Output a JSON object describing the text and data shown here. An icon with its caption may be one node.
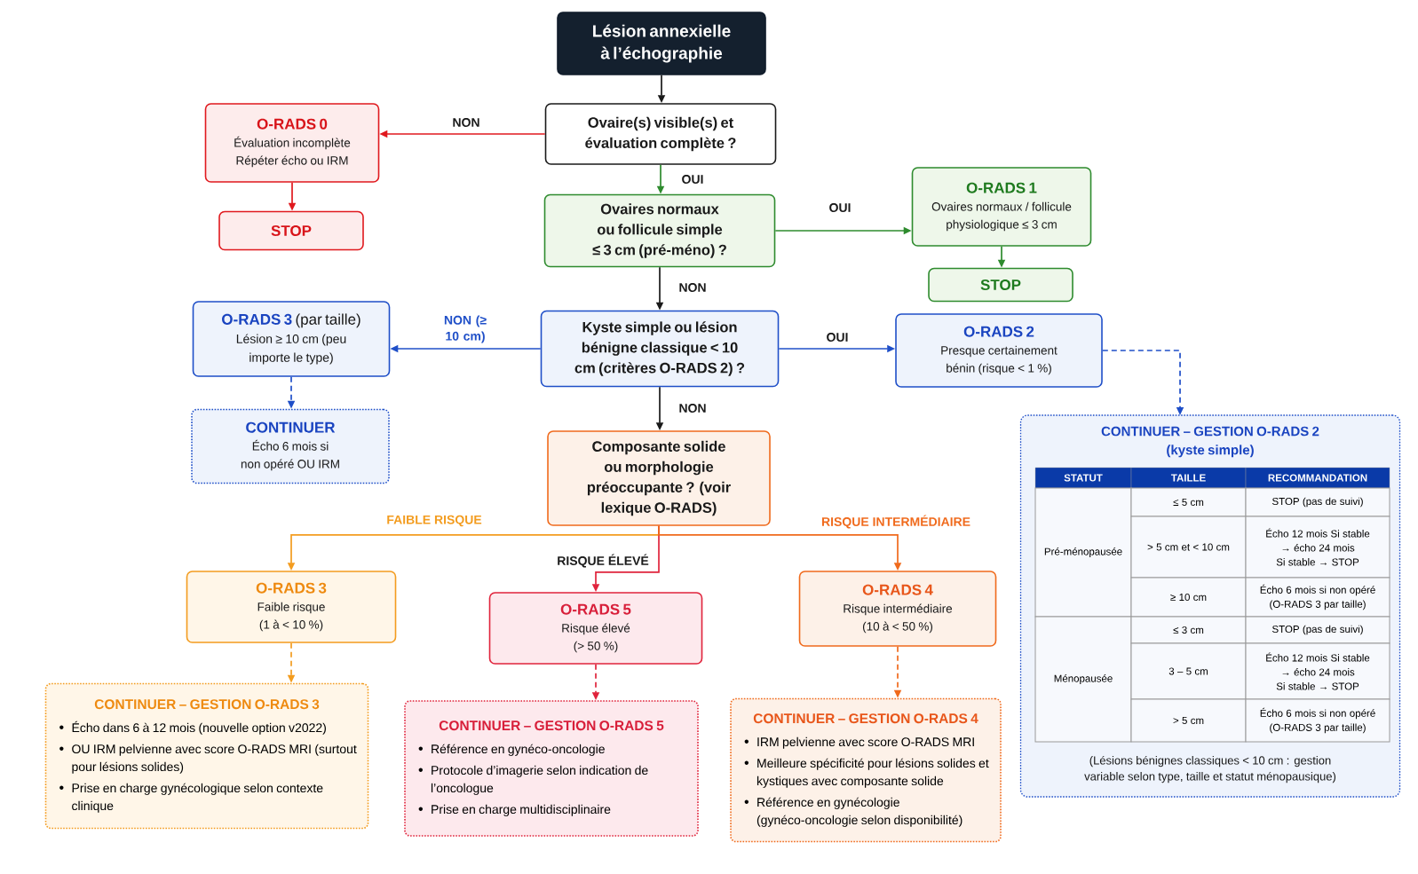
{
  "diagram": {
    "nodes": [
      {
        "text": [
          "Lésion annexielle à l’échographie"
        ]
      },
      {
        "text": [
          "Ovaire(s) visible(s) et évaluation complète ?"
        ]
      },
      {
        "text": [
          "O-RADS 0",
          "Évaluation incomplète",
          "Répéter écho ou IRM"
        ]
      },
      {
        "text": [
          "STOP"
        ]
      },
      {
        "text": [
          "Ovaires normaux ou follicule simple ≤ 3 cm (pré-méno) ?"
        ]
      },
      {
        "text": [
          "O-RADS 1",
          "Ovaires normaux / follicule physiologique ≤ 3 cm"
        ]
      },
      {
        "text": [
          "STOP"
        ]
      },
      {
        "text": [
          "Kyste simple ou lésion bénigne classique < 10 cm (critères O-RADS 2) ?"
        ]
      },
      {
        "text": [
          "O-RADS 3",
          "(par taille)",
          "Lésion ≥ 10 cm (peu importe le type)"
        ]
      },
      {
        "text": [
          "CONTINUER",
          "Écho 6 mois si non opéré OU IRM"
        ]
      },
      {
        "text": [
          "O-RADS 2",
          "Presque certainement bénin (risque < 1 %)"
        ]
      },
      {
        "text": [
          "CONTINUER – GESTION O-RADS 2",
          "(kyste simple)",
          "(Lésions bénignes classiques < 10 cm : gestion variable selon type, taille et statut ménopausique)"
        ]
      },
      {
        "text": [
          "Composante solide ou morphologie préoccupante ? (voir lexique O-RADS)"
        ]
      },
      {
        "text": [
          "O-RADS 3",
          "Faible risque (1 à < 10 %)"
        ]
      },
      {
        "text": [
          "O-RADS 5",
          "Risque élevé (> 50 %)"
        ]
      },
      {
        "text": [
          "O-RADS 4",
          "Risque intermédiaire (10 à < 50 %)"
        ]
      },
      {
        "text": [
          "CONTINUER – GESTION O-RADS 3",
          "Écho dans 6 à 12 mois (nouvelle option v2022)",
          "OU IRM pelvienne avec score O-RADS MRI (surtout pour lésions solides)",
          "Prise en charge gynécologique selon contexte clinique"
        ]
      },
      {
        "text": [
          "CONTINUER – GESTION O-RADS 5",
          "Référence en gynéco-oncologie",
          "Protocole d’imagerie selon indication de l’oncologue",
          "Prise en charge multidisciplinaire"
        ]
      },
      {
        "text": [
          "CONTINUER – GESTION O-RADS 4",
          "IRM pelvienne avec score O-RADS MRI",
          "Meilleure spécificité pour lésions solides et kystiques avec composante solide",
          "Référence en gynécologie (gynéco-oncologie selon disponibilité)"
        ]
      }
    ],
    "edges": [
      {
        "from": 0,
        "to": 1,
        "arrow": "to",
        "color": "#1a1a1a"
      },
      {
        "from": 1,
        "to": 2,
        "arrow": "to",
        "label": "NON",
        "color": "#e0191e"
      },
      {
        "from": 2,
        "to": 3,
        "arrow": "to",
        "color": "#e0191e"
      },
      {
        "from": 1,
        "to": 4,
        "arrow": "to",
        "label": "OUI",
        "color": "#2e8b2e"
      },
      {
        "from": 4,
        "to": 5,
        "arrow": "to",
        "label": "OUI",
        "color": "#2e8b2e"
      },
      {
        "from": 5,
        "to": 6,
        "arrow": "to",
        "color": "#2e8b2e"
      },
      {
        "from": 4,
        "to": 7,
        "arrow": "to",
        "label": "NON",
        "color": "#1a1a1a"
      },
      {
        "from": 7,
        "to": 8,
        "arrow": "to",
        "label": "NON (≥ 10 cm)",
        "color": "#1f4fc8"
      },
      {
        "from": 7,
        "to": 10,
        "arrow": "to",
        "label": "OUI",
        "color": "#1f4fc8"
      },
      {
        "from": 7,
        "to": 12,
        "arrow": "to",
        "label": "NON",
        "color": "#1a1a1a"
      },
      {
        "from": 10,
        "to": 11,
        "arrow": "to",
        "style": "dashed",
        "color": "#1f4fc8"
      },
      {
        "from": 8,
        "to": 9,
        "arrow": "to",
        "style": "dashed",
        "color": "#1f4fc8"
      },
      {
        "from": 12,
        "to": 13,
        "arrow": "to",
        "label": "FAIBLE RISQUE",
        "color": "#f39c1f"
      },
      {
        "from": 12,
        "to": 14,
        "arrow": "to",
        "label": "RISQUE ÉLEVÉ",
        "color": "#e0243c"
      },
      {
        "from": 12,
        "to": 15,
        "arrow": "to",
        "label": "RISQUE INTERMÉDIAIRE",
        "color": "#f06a1c"
      },
      {
        "from": 13,
        "to": 16,
        "arrow": "to",
        "style": "dashed",
        "color": "#f39c1f"
      },
      {
        "from": 14,
        "to": 17,
        "arrow": "to",
        "style": "dashed",
        "color": "#e0243c"
      },
      {
        "from": 15,
        "to": 18,
        "arrow": "to",
        "style": "dashed",
        "color": "#f06a1c"
      }
    ],
    "labels": [
      "STATUT",
      "TAILLE",
      "RECOMMANDATION",
      "Pré-ménopausée",
      "≤ 5 cm",
      "STOP (pas de suivi)",
      "> 5 cm et < 10 cm",
      "Écho 12 mois Si stable → écho 24 mois Si stable → STOP",
      "≥ 10 cm",
      "Écho 6 mois si non opéré (O-RADS 3 par taille)",
      "Ménopausée",
      "≤ 3 cm",
      "STOP (pas de suivi)",
      "3 – 5 cm",
      "Écho 12 mois Si stable → écho 24 mois Si stable → STOP",
      "> 5 cm",
      "Écho 6 mois si non opéré (O-RADS 3 par taille)"
    ]
  }
}
